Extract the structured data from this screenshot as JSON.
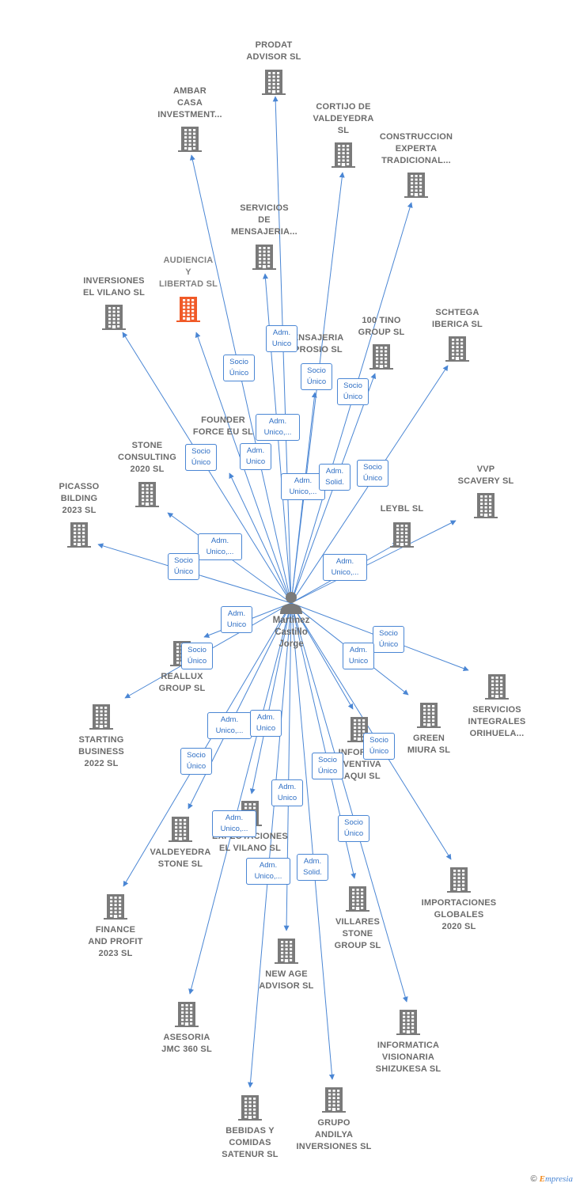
{
  "colors": {
    "edge": "#4a86d4",
    "building": "#7a7a7a",
    "highlight": "#f05a28",
    "text": "#6b6b6b"
  },
  "person": {
    "name_lines": [
      "Martinez",
      "Castillo",
      "Jorge"
    ],
    "icon": "person-icon"
  },
  "companies": [
    {
      "id": "prodat",
      "lines": [
        "PRODAT",
        "ADVISOR  SL"
      ]
    },
    {
      "id": "ambar",
      "lines": [
        "AMBAR",
        "CASA",
        "INVESTMENT..."
      ]
    },
    {
      "id": "cortijo",
      "lines": [
        "CORTIJO DE",
        "VALDEYEDRA",
        "SL"
      ]
    },
    {
      "id": "construccion",
      "lines": [
        "CONSTRUCCION",
        "EXPERTA",
        "TRADICIONAL..."
      ]
    },
    {
      "id": "servicios-mens",
      "lines": [
        "SERVICIOS",
        "DE",
        "MENSAJERIA..."
      ]
    },
    {
      "id": "audiencia",
      "lines": [
        "AUDIENCIA",
        "Y",
        "LIBERTAD  SL"
      ],
      "highlight": true
    },
    {
      "id": "inversiones",
      "lines": [
        "INVERSIONES",
        "EL VILANO  SL"
      ]
    },
    {
      "id": "mensajeria-prosio",
      "lines": [
        "ENSAJERIA",
        "PROSIO  SL"
      ]
    },
    {
      "id": "tino",
      "lines": [
        "100 TINO",
        "GROUP  SL"
      ]
    },
    {
      "id": "schtega",
      "lines": [
        "SCHTEGA",
        "IBERICA  SL"
      ]
    },
    {
      "id": "founder",
      "lines": [
        "FOUNDER",
        "FORCE EU  SL"
      ]
    },
    {
      "id": "stone",
      "lines": [
        "STONE",
        "CONSULTING",
        "2020  SL"
      ]
    },
    {
      "id": "picasso",
      "lines": [
        "PICASSO",
        "BILDING",
        "2023  SL"
      ]
    },
    {
      "id": "vvp",
      "lines": [
        "VVP",
        "SCAVERY  SL"
      ]
    },
    {
      "id": "leybl",
      "lines": [
        "LEYBL  SL"
      ]
    },
    {
      "id": "reallux",
      "lines": [
        "REALLUX",
        "GROUP  SL"
      ]
    },
    {
      "id": "servicios-int",
      "lines": [
        "SERVICIOS",
        "INTEGRALES",
        "ORIHUELA..."
      ]
    },
    {
      "id": "starting",
      "lines": [
        "STARTING",
        "BUSINESS",
        "2022  SL"
      ]
    },
    {
      "id": "green",
      "lines": [
        "GREEN",
        "MIURA  SL"
      ]
    },
    {
      "id": "informa-eventiva",
      "lines": [
        "INFORMA",
        "EVENTIVA",
        "EAQUI  SL"
      ]
    },
    {
      "id": "valdeyedra-stone",
      "lines": [
        "VALDEYEDRA",
        "STONE  SL"
      ]
    },
    {
      "id": "explotaciones",
      "lines": [
        "EXPLOTACIONES",
        "EL VILANO  SL"
      ]
    },
    {
      "id": "importaciones",
      "lines": [
        "IMPORTACIONES",
        "GLOBALES",
        "2020  SL"
      ]
    },
    {
      "id": "finance",
      "lines": [
        "FINANCE",
        "AND PROFIT",
        "2023  SL"
      ]
    },
    {
      "id": "villares",
      "lines": [
        "VILLARES",
        "STONE",
        "GROUP  SL"
      ]
    },
    {
      "id": "newage",
      "lines": [
        "NEW AGE",
        "ADVISOR  SL"
      ]
    },
    {
      "id": "asesoria",
      "lines": [
        "ASESORIA",
        "JMC 360  SL"
      ]
    },
    {
      "id": "informatica",
      "lines": [
        "INFORMATICA",
        "VISIONARIA",
        "SHIZUKESA  SL"
      ]
    },
    {
      "id": "bebidas",
      "lines": [
        "BEBIDAS Y",
        "COMIDAS",
        "SATENUR  SL"
      ]
    },
    {
      "id": "grupo",
      "lines": [
        "GRUPO",
        "ANDILYA",
        "INVERSIONES SL"
      ]
    }
  ],
  "relations": [
    {
      "target": "prodat",
      "lines": [
        "Adm.",
        "Unico"
      ]
    },
    {
      "target": "ambar",
      "lines": [
        "Socio",
        "Único"
      ]
    },
    {
      "target": "cortijo",
      "lines": [
        "Socio",
        "Único"
      ]
    },
    {
      "target": "construccion",
      "lines": [
        "Socio",
        "Único"
      ]
    },
    {
      "target": "servicios-mens",
      "lines": [
        "Adm.",
        "Unico,..."
      ]
    },
    {
      "target": "audiencia",
      "lines": [
        "Adm.",
        "Unico"
      ]
    },
    {
      "target": "inversiones",
      "lines": [
        "Socio",
        "Único"
      ]
    },
    {
      "target": "mensajeria-prosio",
      "lines": [
        "Adm.",
        "Unico,..."
      ]
    },
    {
      "target": "tino",
      "lines": [
        "Adm.",
        "Solid."
      ]
    },
    {
      "target": "schtega",
      "lines": [
        "Socio",
        "Único"
      ]
    },
    {
      "target": "founder",
      "lines": [
        "Socio",
        "Único"
      ]
    },
    {
      "target": "stone",
      "lines": [
        "Adm.",
        "Unico,..."
      ]
    },
    {
      "target": "picasso",
      "lines": [
        "Socio",
        "Único"
      ]
    },
    {
      "target": "vvp",
      "lines": [
        "Socio",
        "Único"
      ]
    },
    {
      "target": "leybl",
      "lines": [
        "Adm.",
        "Unico,..."
      ]
    },
    {
      "target": "reallux",
      "lines": [
        "Adm.",
        "Unico"
      ]
    },
    {
      "target": "reallux",
      "lines": [
        "Socio",
        "Único"
      ]
    },
    {
      "target": "servicios-int",
      "lines": [
        "Socio",
        "Único"
      ]
    },
    {
      "target": "green",
      "lines": [
        "Adm.",
        "Unico"
      ]
    },
    {
      "target": "informa-eventiva",
      "lines": [
        "Socio",
        "Único"
      ]
    },
    {
      "target": "valdeyedra-stone",
      "lines": [
        "Adm.",
        "Unico,..."
      ]
    },
    {
      "target": "explotaciones",
      "lines": [
        "Adm.",
        "Unico"
      ]
    },
    {
      "target": "starting",
      "lines": [
        "Socio",
        "Único"
      ]
    },
    {
      "target": "importaciones",
      "lines": [
        "Socio",
        "Único"
      ]
    },
    {
      "target": "finance",
      "lines": [
        "Adm.",
        "Unico,..."
      ]
    },
    {
      "target": "villares",
      "lines": [
        "Socio",
        "Único"
      ]
    },
    {
      "target": "newage",
      "lines": [
        "Adm.",
        "Unico"
      ]
    },
    {
      "target": "asesoria",
      "lines": [
        "Adm.",
        "Unico,..."
      ]
    },
    {
      "target": "informatica",
      "lines": [
        "Socio",
        "Único"
      ]
    },
    {
      "target": "bebidas",
      "lines": [
        "Adm.",
        "Unico,..."
      ]
    },
    {
      "target": "grupo",
      "lines": [
        "Adm.",
        "Solid."
      ]
    }
  ],
  "brand": {
    "copyright": "©",
    "first": "E",
    "rest": "mpresia"
  }
}
